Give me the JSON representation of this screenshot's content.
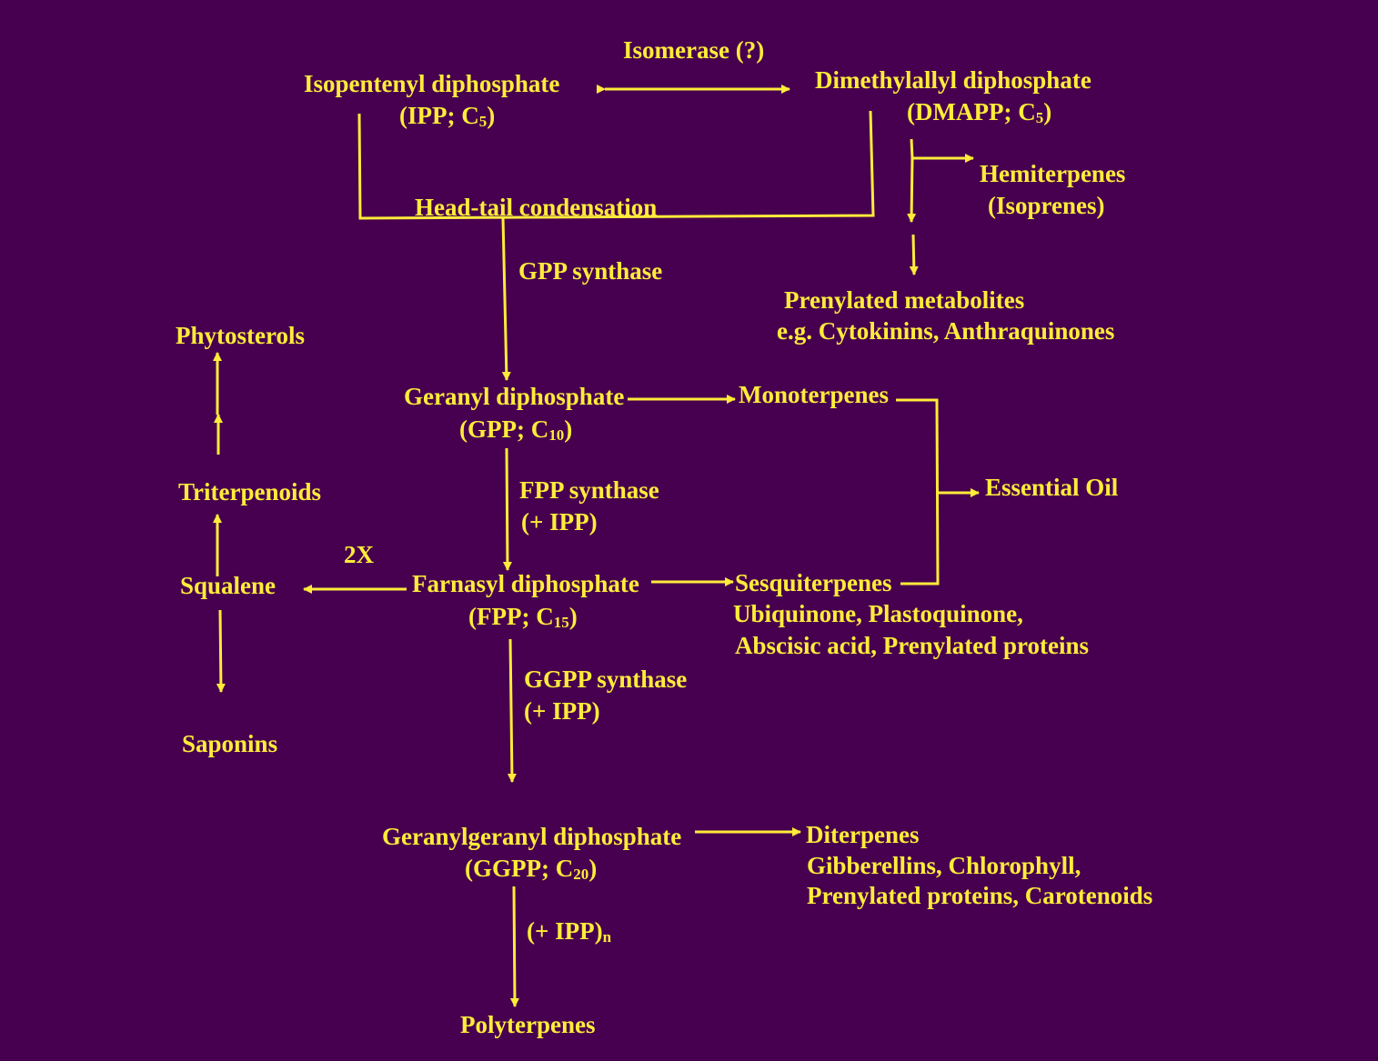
{
  "colors": {
    "background": "#47004f",
    "foreground": "#ffec3a"
  },
  "nodes": {
    "isomerase": "Isomerase (?)",
    "ipp_name": "Isopentenyl diphosphate",
    "ipp_paren_open": "(IPP; C",
    "ipp_sub": "5",
    "ipp_paren_close": ")",
    "dmapp_name": "Dimethylallyl diphosphate",
    "dmapp_paren_open": "(DMAPP; C",
    "dmapp_sub": "5",
    "dmapp_paren_close": ")",
    "hemiterpenes": "Hemiterpenes",
    "isoprenes": "(Isoprenes)",
    "condensation": "Head-tail condensation",
    "gpp_synthase": "GPP synthase",
    "prenylated_metabolites": "Prenylated metabolites",
    "prenylated_examples": "e.g. Cytokinins, Anthraquinones",
    "phytosterols": "Phytosterols",
    "gpp_name": "Geranyl diphosphate",
    "gpp_paren_open": "(GPP; C",
    "gpp_sub": "10",
    "gpp_paren_close": ")",
    "monoterpenes": "Monoterpenes",
    "essential_oil": "Essential Oil",
    "triterpenoids": "Triterpenoids",
    "fpp_synthase": "FPP synthase",
    "fpp_synthase_ipp": "(+ IPP)",
    "two_x": "2X",
    "squalene": "Squalene",
    "fpp_name": "Farnasyl diphosphate",
    "fpp_paren_open": "(FPP; C",
    "fpp_sub": "15",
    "fpp_paren_close": ")",
    "sesquiterpenes": "Sesquiterpenes",
    "sesqui_products_1": "Ubiquinone, Plastoquinone,",
    "sesqui_products_2": "Abscisic acid, Prenylated proteins",
    "ggpp_synthase": "GGPP synthase",
    "ggpp_synthase_ipp": "(+ IPP)",
    "saponins": "Saponins",
    "ggpp_name": "Geranylgeranyl diphosphate",
    "ggpp_paren_open": "(GGPP; C",
    "ggpp_sub": "20",
    "ggpp_paren_close": ")",
    "diterpenes": "Diterpenes",
    "diterpene_products_1": "Gibberellins, Chlorophyll,",
    "diterpene_products_2": "Prenylated proteins, Carotenoids",
    "polyterpene_step": "(+ IPP)",
    "polyterpene_step_sub": "n",
    "polyterpenes": "Polyterpenes"
  }
}
